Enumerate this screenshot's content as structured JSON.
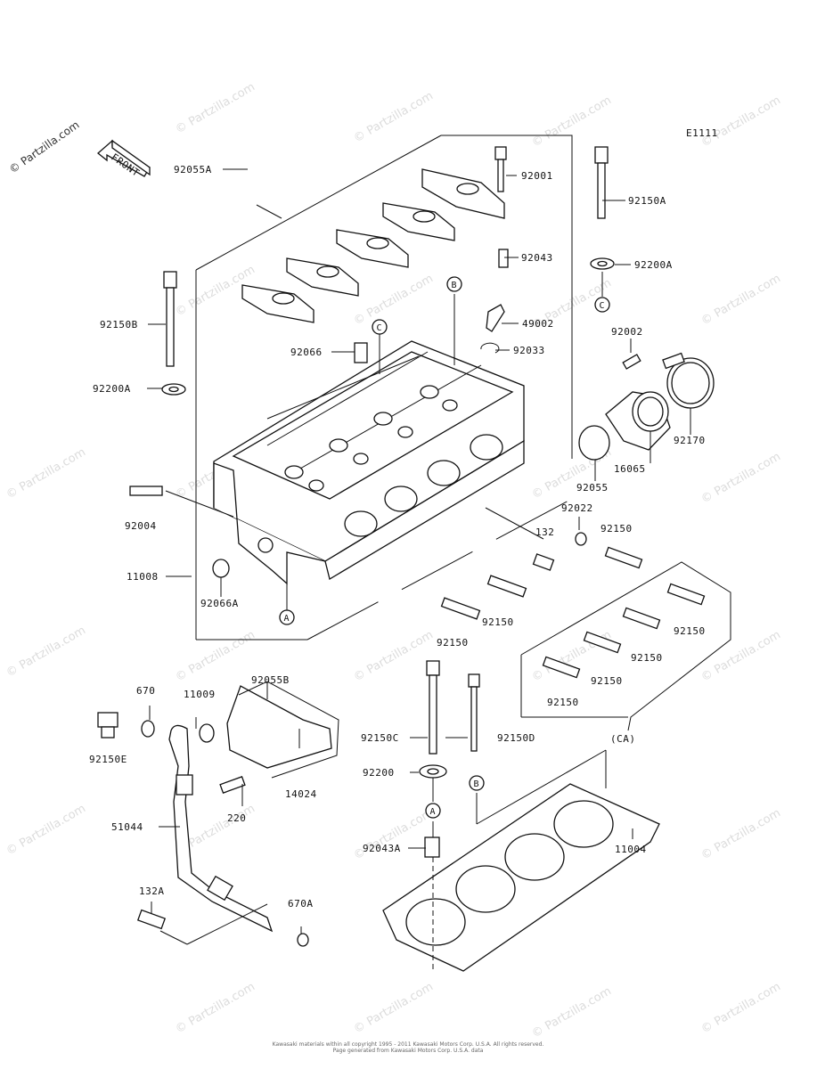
{
  "diagram_code": "E1111",
  "front_label": "FRONT",
  "watermark": "© Partzilla.com",
  "parts": {
    "p92055A": "92055A",
    "p92001": "92001",
    "p92150A": "92150A",
    "p92043": "92043",
    "p92200A_r": "92200A",
    "p92150B": "92150B",
    "p49002": "49002",
    "p92002": "92002",
    "p92066": "92066",
    "p92033": "92033",
    "p92200A_l": "92200A",
    "p92170": "92170",
    "p16065": "16065",
    "p92055": "92055",
    "p92022": "92022",
    "p92004": "92004",
    "p132": "132",
    "p92150_a": "92150",
    "p11008": "11008",
    "p92066A": "92066A",
    "p92150_b": "92150",
    "p92150_c": "92150",
    "p92150_d": "92150",
    "p92150_e": "92150",
    "p92150_f": "92150",
    "p92150_g": "92150",
    "p670": "670",
    "p11009": "11009",
    "p92055B": "92055B",
    "p92150C": "92150C",
    "p92150D": "92150D",
    "p92150E": "92150E",
    "p14024": "14024",
    "p220": "220",
    "p92200": "92200",
    "p51044": "51044",
    "p92043A": "92043A",
    "p11004": "11004",
    "p132A": "132A",
    "p670A": "670A",
    "pCA": "(CA)"
  },
  "callouts": {
    "A1": "A",
    "A2": "A",
    "B1": "B",
    "B2": "B",
    "C1": "C",
    "C2": "C"
  },
  "footer": {
    "line1": "Kawasaki materials within all copyright 1995 - 2011 Kawasaki Motors Corp. U.S.A. All rights reserved.",
    "line2": "Page generated from Kawasaki Motors Corp. U.S.A. data"
  }
}
